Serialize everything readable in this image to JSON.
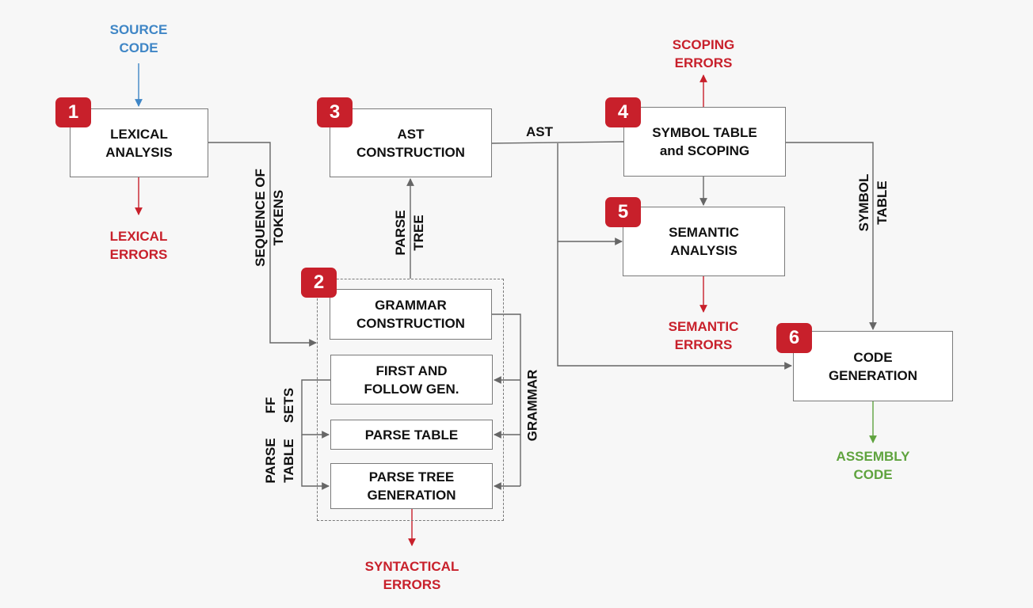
{
  "colors": {
    "box_border": "#7a7a7a",
    "badge": "#c8202b",
    "input": "#3f86c6",
    "error": "#c8202b",
    "output": "#5fa33e",
    "wire": "#666666"
  },
  "stages": [
    {
      "badge": "1",
      "lines": [
        "LEXICAL",
        "ANALYSIS"
      ]
    },
    {
      "badge": "2"
    },
    {
      "badge": "3",
      "lines": [
        "AST",
        "CONSTRUCTION"
      ]
    },
    {
      "badge": "4",
      "lines": [
        "SYMBOL TABLE",
        "and SCOPING"
      ]
    },
    {
      "badge": "5",
      "lines": [
        "SEMANTIC",
        "ANALYSIS"
      ]
    },
    {
      "badge": "6",
      "lines": [
        "CODE",
        "GENERATION"
      ]
    }
  ],
  "parser_steps": [
    {
      "lines": [
        "GRAMMAR",
        "CONSTRUCTION"
      ]
    },
    {
      "lines": [
        "FIRST AND",
        "FOLLOW GEN."
      ]
    },
    {
      "lines": [
        "PARSE TABLE"
      ]
    },
    {
      "lines": [
        "PARSE TREE",
        "GENERATION"
      ]
    }
  ],
  "io": {
    "source": [
      "SOURCE",
      "CODE"
    ],
    "lexical_errors": [
      "LEXICAL",
      "ERRORS"
    ],
    "syntactical_errors": [
      "SYNTACTICAL",
      "ERRORS"
    ],
    "scoping_errors": [
      "SCOPING",
      "ERRORS"
    ],
    "semantic_errors": [
      "SEMANTIC",
      "ERRORS"
    ],
    "assembly": [
      "ASSEMBLY",
      "CODE"
    ]
  },
  "edges": {
    "tokens": [
      "SEQUENCE OF",
      "TOKENS"
    ],
    "parse_tree": [
      "PARSE",
      "TREE"
    ],
    "ast": "AST",
    "symbol_table": [
      "SYMBOL",
      "TABLE"
    ],
    "grammar": "GRAMMAR",
    "ff_sets": [
      "FF",
      "SETS"
    ],
    "parse_table": [
      "PARSE",
      "TABLE"
    ]
  }
}
